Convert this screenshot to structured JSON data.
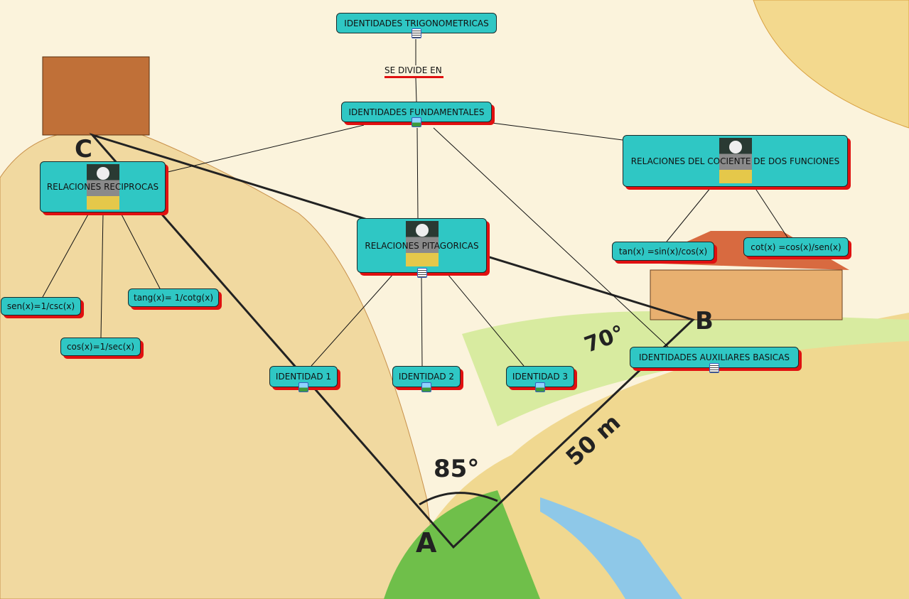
{
  "map": {
    "root": "IDENTIDADES TRIGONOMETRICAS",
    "link_label": "SE DIVIDE EN",
    "fundamentales": "IDENTIDADES FUNDAMENTALES",
    "reciprocas": "RELACIONES RECIPROCAS",
    "pitagoricas": "RELACIONES PITAGORICAS",
    "cociente": "RELACIONES DEL COCIENTE DE DOS FUNCIONES",
    "sen": "sen(x)=1/csc(x)",
    "cos": "cos(x)=1/sec(x)",
    "tang": "tang(x)= 1/cotg(x)",
    "id1": "IDENTIDAD 1",
    "id2": "IDENTIDAD 2",
    "id3": "IDENTIDAD 3",
    "tan": "tan(x) =sin(x)/cos(x)",
    "cot": "cot(x) =cos(x)/sen(x)",
    "auxiliares": "IDENTIDADES AUXILIARES BASICAS"
  },
  "illustration": {
    "a": "A",
    "b": "B",
    "c": "C",
    "angle_a": "85°",
    "angle_b": "70°",
    "distance": "50 m"
  },
  "colors": {
    "node": "#2fc7c4",
    "shadow": "#e01010"
  }
}
